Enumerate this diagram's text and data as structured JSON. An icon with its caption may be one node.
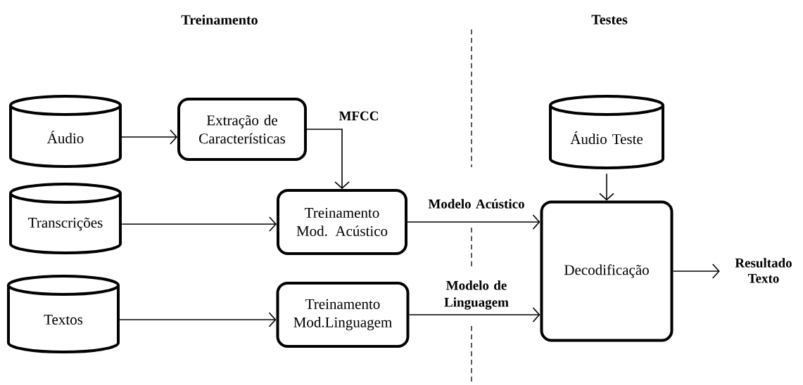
{
  "diagram": {
    "nodes": [
      {
        "text": [
          "Áudio"
        ]
      },
      {
        "text": [
          "Extração de Características"
        ]
      },
      {
        "text": [
          "Transcrições"
        ]
      },
      {
        "text": [
          "Treinamento Mod. Acústico"
        ]
      },
      {
        "text": [
          "Textos"
        ]
      },
      {
        "text": [
          "Treinamento Mod.Linguagem"
        ]
      },
      {
        "text": [
          "Áudio Teste"
        ]
      },
      {
        "text": [
          "Decodificação"
        ]
      },
      {
        "text": [
          "Resultado Texto"
        ]
      }
    ],
    "edges": [
      {
        "from": 0,
        "to": 1,
        "arrow": "to"
      },
      {
        "from": 1,
        "to": 3,
        "arrow": "to",
        "label": "MFCC"
      },
      {
        "from": 2,
        "to": 3,
        "arrow": "to"
      },
      {
        "from": 4,
        "to": 5,
        "arrow": "to"
      },
      {
        "from": 3,
        "to": 7,
        "arrow": "to",
        "label": "Modelo Acústico"
      },
      {
        "from": 5,
        "to": 7,
        "arrow": "to",
        "label": "Modelo de Linguagem"
      },
      {
        "from": 6,
        "to": 7,
        "arrow": "to"
      },
      {
        "from": 7,
        "to": 8,
        "arrow": "to"
      }
    ],
    "labels": [
      "Treinamento",
      "Testes"
    ]
  }
}
